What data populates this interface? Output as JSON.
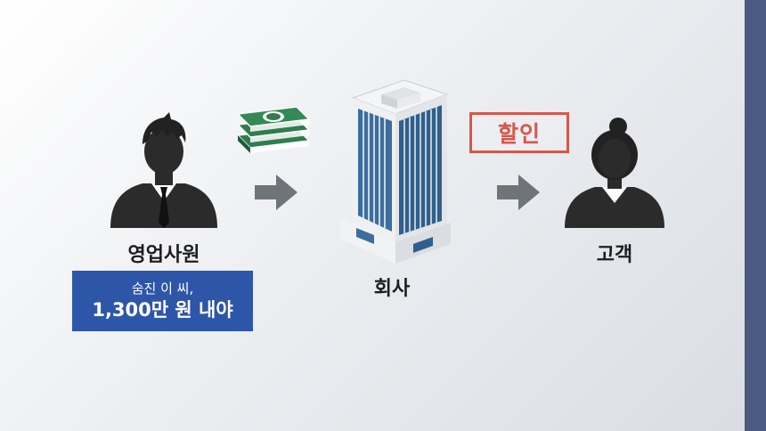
{
  "nodes": {
    "salesperson": {
      "label": "영업사원"
    },
    "company": {
      "label": "회사"
    },
    "customer": {
      "label": "고객"
    }
  },
  "caption": {
    "line1": "숨진 이 씨,",
    "line2": "1,300만 원 내야"
  },
  "stamp": {
    "label": "할인"
  },
  "icons": {
    "money": "money-stack-icon",
    "arrow": "arrow-right-icon",
    "building": "office-building-icon"
  },
  "colors": {
    "caption_bg": "#2e56a8",
    "stamp": "#d8564a",
    "money": "#2f7d4f",
    "right_bar": "#4a5a80"
  }
}
